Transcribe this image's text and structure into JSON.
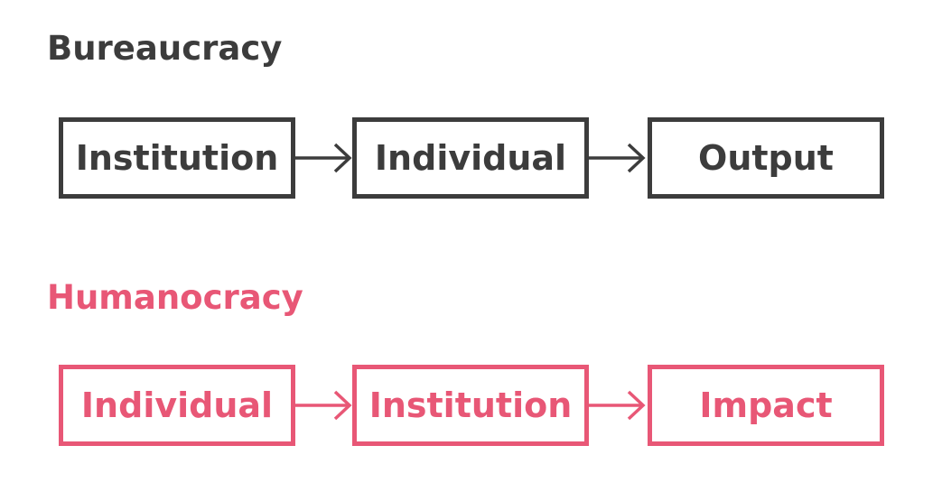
{
  "colors": {
    "bureaucracy": "#3c3c3c",
    "humanocracy": "#e85776",
    "background": "#ffffff"
  },
  "bureaucracy": {
    "title": "Bureaucracy",
    "steps": [
      "Institution",
      "Individual",
      "Output"
    ]
  },
  "humanocracy": {
    "title": "Humanocracy",
    "steps": [
      "Individual",
      "Institution",
      "Impact"
    ]
  }
}
